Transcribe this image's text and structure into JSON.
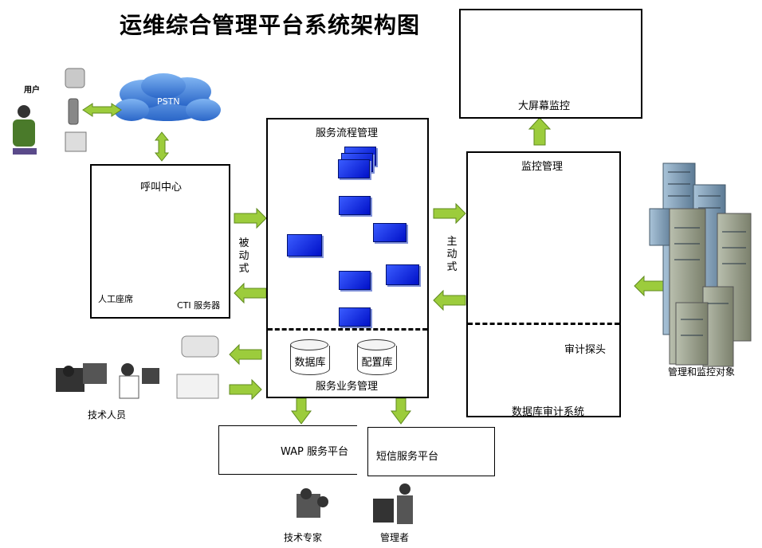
{
  "title": "运维综合管理平台系统架构图",
  "labels": {
    "pstn": "PSTN",
    "user": "用户",
    "call_center": "呼叫中心",
    "agent": "人工座席",
    "cti_server": "CTI 服务器",
    "passive": "被动式",
    "process_mgmt": "服务流程管理",
    "database": "数据库",
    "config_db": "配置库",
    "service_mgmt": "服务业务管理",
    "active": "主动式",
    "monitor_mgmt": "监控管理",
    "big_screen": "大屏幕监控",
    "audit_probe": "审计探头",
    "db_audit": "数据库审计系统",
    "managed_objects": "管理和监控对象",
    "tech_staff": "技术人员",
    "wap": "WAP 服务平台",
    "sms": "短信服务平台",
    "tech_expert": "技术专家",
    "manager": "管理者"
  },
  "colors": {
    "arrow_green": "#9ccc3c",
    "cloud_blue": "#3a7bd5",
    "node_blue": "#1a2fe0"
  }
}
